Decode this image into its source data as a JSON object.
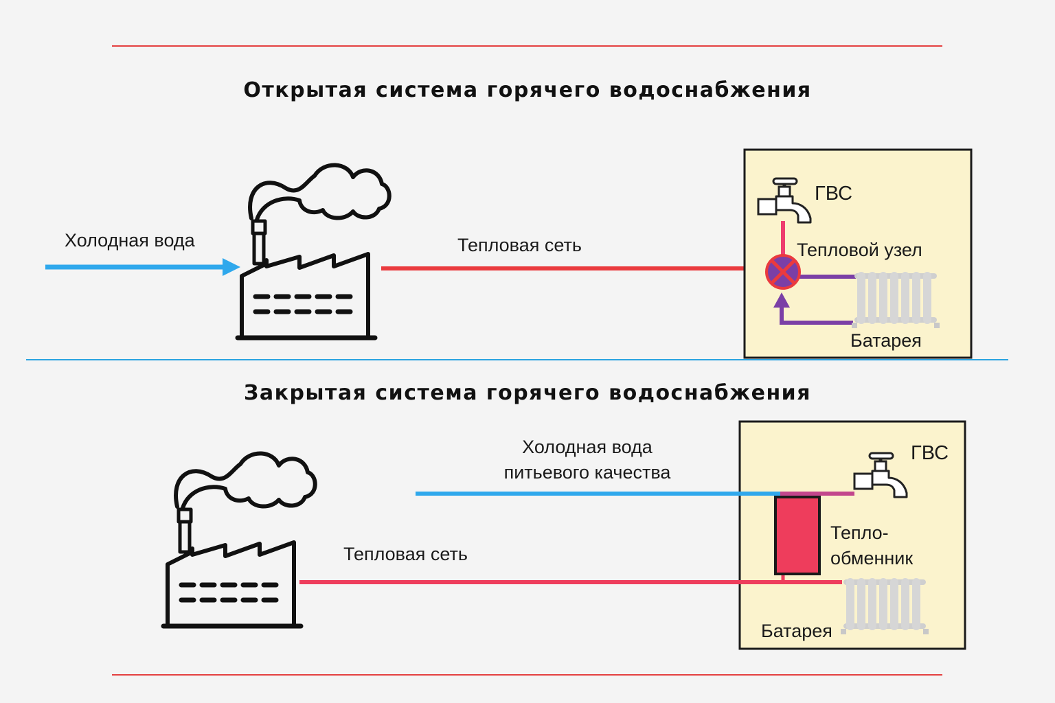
{
  "open_system": {
    "title": "Открытая система горячего водоснабжения",
    "cold_water": "Холодная вода",
    "heat_network": "Тепловая сеть",
    "dhw": "ГВС",
    "heat_node": "Тепловой узел",
    "radiator": "Батарея"
  },
  "closed_system": {
    "title": "Закрытая система горячего водоснабжения",
    "cold_water_line1": "Холодная вода",
    "cold_water_line2": "питьевого качества",
    "heat_network": "Тепловая сеть",
    "dhw": "ГВС",
    "exchanger_line1": "Тепло-",
    "exchanger_line2": "обменник",
    "radiator": "Батарея"
  },
  "colors": {
    "hot_pipe": "#ea3a3e",
    "heat_pipe_closed": "#ee3d5c",
    "cold_pipe": "#2fa8ec",
    "return_pipe": "#7b3fa6",
    "building_fill": "#fbf3cd",
    "divider_red": "#e44040",
    "divider_blue": "#2aa3e0",
    "radiator": "#cfcfcf"
  }
}
